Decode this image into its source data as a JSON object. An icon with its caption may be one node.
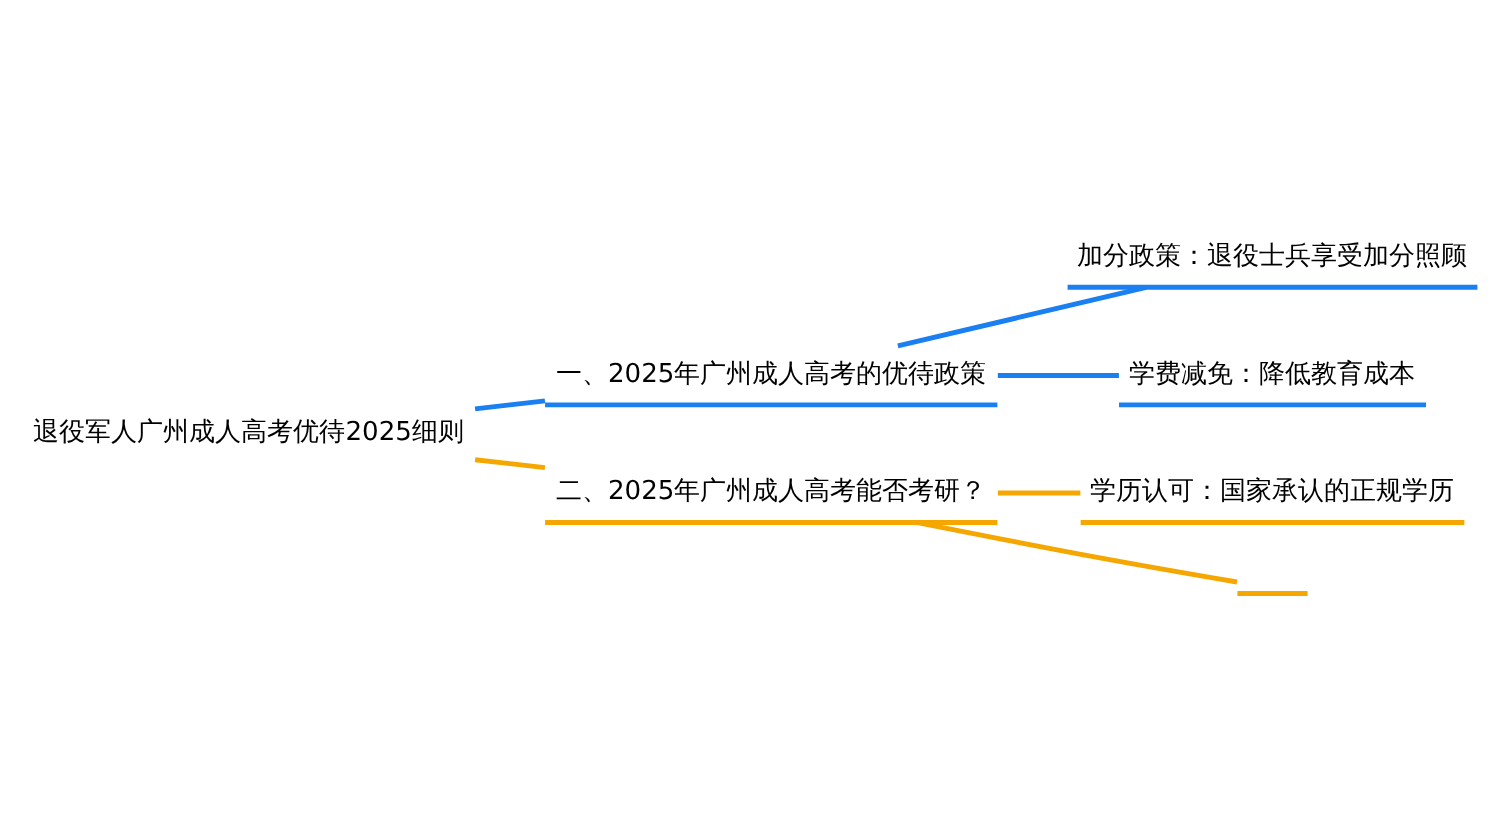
{
  "diagram": {
    "nodes": [
      {
        "text": [
          "退役军人广州成人高考优待2025细则"
        ]
      },
      {
        "text": [
          "一、2025年广州成人高考的优待政策"
        ]
      },
      {
        "text": [
          "二、2025年广州成人高考能否考研？"
        ]
      },
      {
        "text": [
          "加分政策：退役士兵享受加分照顾"
        ]
      },
      {
        "text": [
          "学费减免：降低教育成本"
        ]
      },
      {
        "text": [
          "学历认可：国家承认的正规学历"
        ]
      },
      {
        "text": [],
        "shape": "bar"
      }
    ],
    "edges": [
      {
        "from": 0,
        "to": 1,
        "arrow": "none",
        "color": "#1a7ff0"
      },
      {
        "from": 0,
        "to": 2,
        "arrow": "none",
        "color": "#f5a700"
      },
      {
        "from": 1,
        "to": 3,
        "arrow": "none",
        "color": "#1a7ff0"
      },
      {
        "from": 1,
        "to": 4,
        "arrow": "none",
        "color": "#1a7ff0"
      },
      {
        "from": 2,
        "to": 5,
        "arrow": "none",
        "color": "#f5a700"
      },
      {
        "from": 2,
        "to": 6,
        "arrow": "none",
        "color": "#f5a700"
      }
    ]
  }
}
